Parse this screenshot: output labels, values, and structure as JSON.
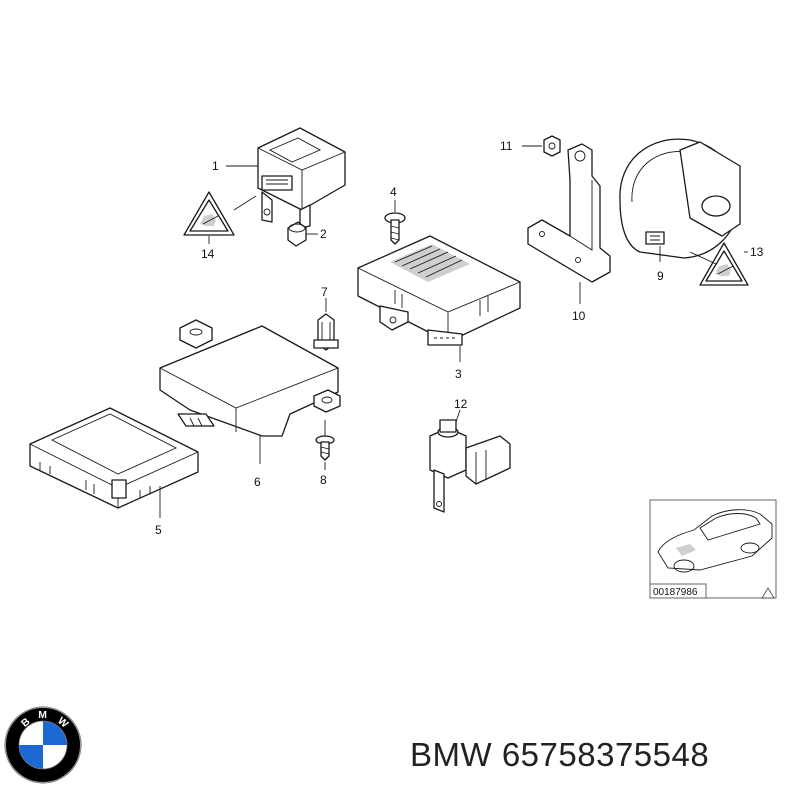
{
  "callouts": [
    "1",
    "2",
    "3",
    "4",
    "5",
    "6",
    "7",
    "8",
    "9",
    "10",
    "11",
    "12",
    "13",
    "14"
  ],
  "inset": {
    "ref_code": "00187986"
  },
  "logo": {
    "letters": [
      "B",
      "M",
      "W"
    ],
    "colors": {
      "ring": "#000000",
      "blue": "#1c69d4",
      "white": "#ffffff"
    }
  },
  "footer": {
    "brand": "BMW",
    "part_number": "65758375548"
  }
}
